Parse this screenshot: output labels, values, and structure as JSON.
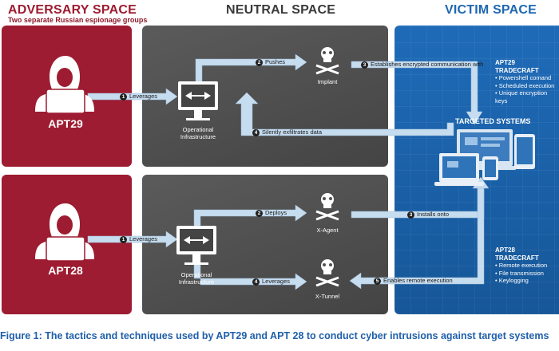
{
  "headers": {
    "adversary": "ADVERSARY SPACE",
    "adversary_sub": "Two separate Russian espionage groups",
    "neutral": "NEUTRAL SPACE",
    "victim": "VICTIM SPACE"
  },
  "actors": {
    "apt29": "APT29",
    "apt28": "APT28"
  },
  "infra_label_line1": "Operational",
  "infra_label_line2": "Infrastructure",
  "malware": {
    "implant": "Implant",
    "xagent": "X-Agent",
    "xtunnel": "X-Tunnel"
  },
  "steps_top": {
    "s1_num": "1",
    "s1": "Leverages",
    "s2_num": "2",
    "s2": "Pushes",
    "s3_num": "3",
    "s3": "Establishes encrypted communication with",
    "s4_num": "4",
    "s4": "Silently exfiltrates data"
  },
  "steps_bottom": {
    "s1_num": "1",
    "s1": "Leverages",
    "s2_num": "2",
    "s2": "Deploys",
    "s3_num": "3",
    "s3": "Installs onto",
    "s4_num": "4",
    "s4": "Leverages",
    "s5_num": "5",
    "s5": "Enables remote execution"
  },
  "targets_title": "TARGETED SYSTEMS",
  "tradecraft_apt29": {
    "title": "APT29 TRADECRAFT",
    "items": [
      "• Powershell comand",
      "• Scheduled execution",
      "• Unique encryption keys"
    ]
  },
  "tradecraft_apt28": {
    "title": "APT28 TRADECRAFT",
    "items": [
      "• Remote execution",
      "• File transmission",
      "• Keylogging"
    ]
  },
  "caption": "Figure 1: The tactics and techniques used by APT29 and APT 28 to conduct cyber intrusions against target systems",
  "colors": {
    "adversary_red": "#9d1c31",
    "neutral_gray": "#525252",
    "victim_blue": "#1e67b2",
    "arrow": "#c6dcef",
    "caption_blue": "#1f5faa"
  }
}
